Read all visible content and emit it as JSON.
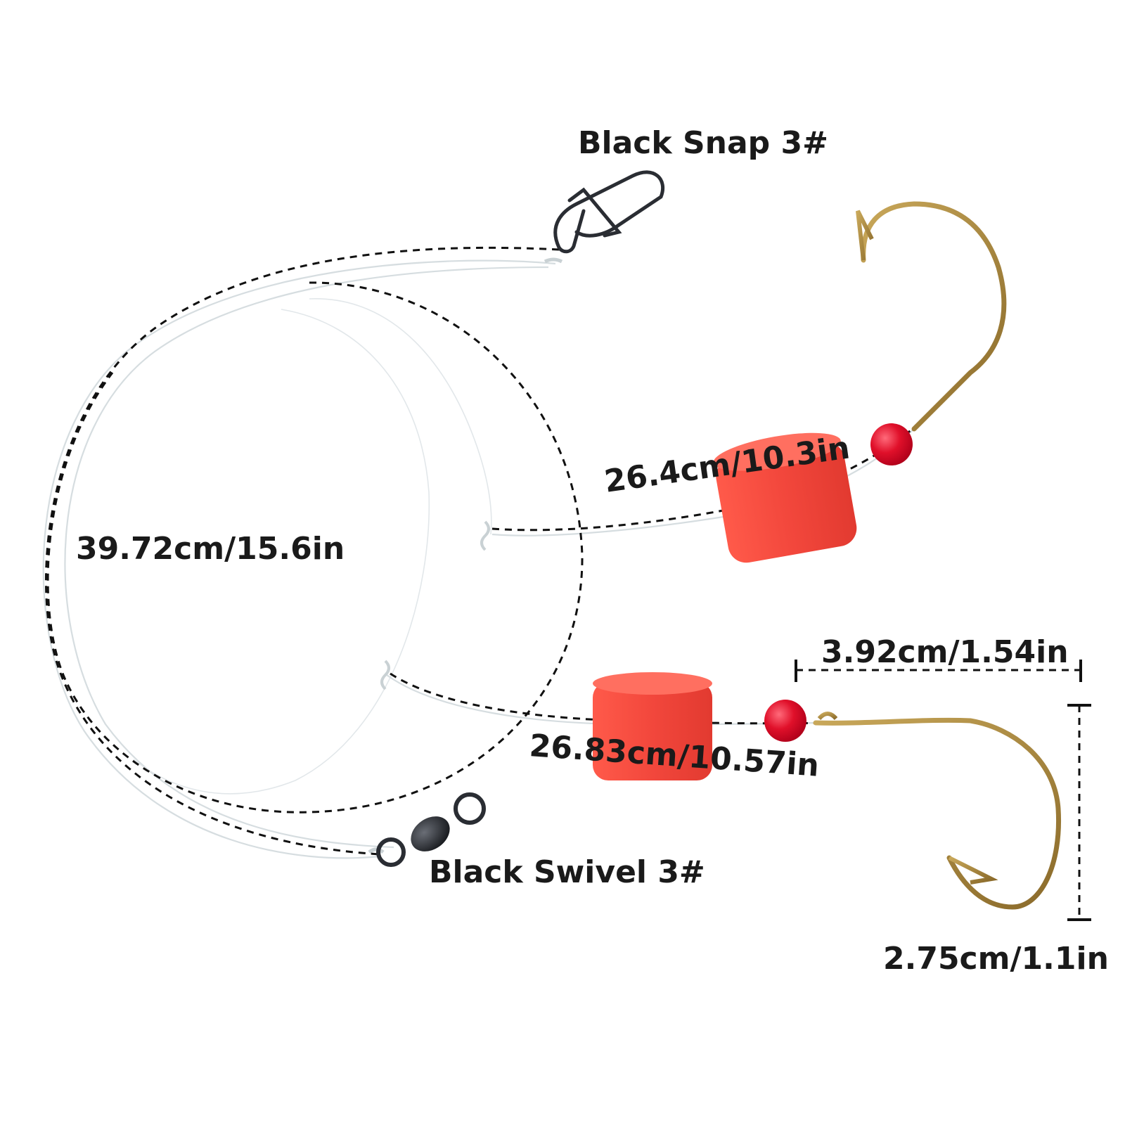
{
  "labels": {
    "black_snap": "Black Snap 3#",
    "black_swivel": "Black Swivel 3#",
    "main_line": "39.72cm/15.6in",
    "upper_leader": "26.4cm/10.3in",
    "lower_leader": "26.83cm/10.57in",
    "hook_width": "3.92cm/1.54in",
    "hook_height": "2.75cm/1.1in"
  },
  "colors": {
    "float": "#f2473c",
    "bead": "#e0102a",
    "hook": "#a8863c",
    "metal": "#2a2d33",
    "line": "#d6dde0"
  }
}
